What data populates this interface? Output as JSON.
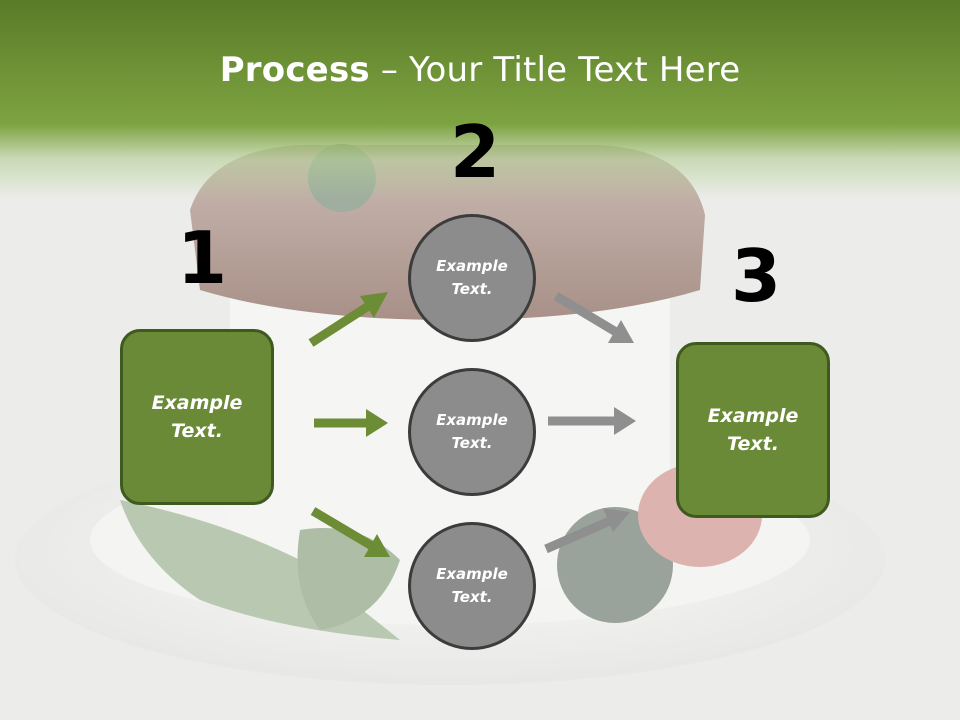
{
  "title": {
    "bold": "Process",
    "rest": " – Your Title Text Here"
  },
  "steps": {
    "one": "1",
    "two": "2",
    "three": "3"
  },
  "boxes": {
    "left": "Example Text.",
    "right": "Example Text."
  },
  "circles": {
    "top": "Example Text.",
    "middle": "Example Text.",
    "bottom": "Example Text."
  },
  "colors": {
    "green_fill": "#6a8a37",
    "green_border": "#3f5a1e",
    "gray_fill": "#8c8c8c",
    "gray_border": "#3c3c3c",
    "green_arrow": "#6d8c36",
    "gray_arrow": "#8f8f8f"
  }
}
